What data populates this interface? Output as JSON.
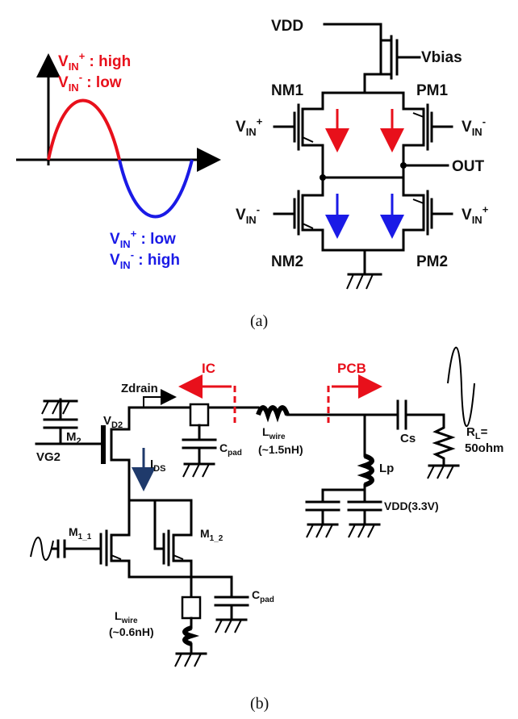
{
  "caption_a": "(a)",
  "caption_b": "(b)",
  "colors": {
    "red": "#e8101b",
    "blue": "#1a1ae6",
    "black": "#000000",
    "navy": "#1f3a6b"
  },
  "panel_a": {
    "legend_high": {
      "sym": "V",
      "sub": "IN",
      "sup": "+",
      "text": " : high"
    },
    "legend_low_top": {
      "sym": "V",
      "sub": "IN",
      "sup": "-",
      "text": " : low"
    },
    "legend_low": {
      "sym": "V",
      "sub": "IN",
      "sup": "+",
      "text": " : low"
    },
    "legend_high_bot": {
      "sym": "V",
      "sub": "IN",
      "sup": "-",
      "text": " : high"
    },
    "vdd": "VDD",
    "vbias": "Vbias",
    "nm1": "NM1",
    "pm1": "PM1",
    "nm2": "NM2",
    "pm2": "PM2",
    "out": "OUT",
    "vin_plus": {
      "sym": "V",
      "sub": "IN",
      "sup": "+"
    },
    "vin_minus": {
      "sym": "V",
      "sub": "IN",
      "sup": "-"
    }
  },
  "panel_b": {
    "zdrain": "Zdrain",
    "ic": "IC",
    "pcb": "PCB",
    "vd2": {
      "sym": "V",
      "sub": "D2"
    },
    "m2": {
      "sym": "M",
      "sub": "2"
    },
    "vg2": "VG2",
    "ids": {
      "sym": "I",
      "sub": "DS"
    },
    "cpad": {
      "sym": "C",
      "sub": "pad"
    },
    "lwire_top": {
      "sym": "L",
      "sub": "wire",
      "note": "(~1.5nH)"
    },
    "cs": "Cs",
    "rl": {
      "sym": "R",
      "sub": "L",
      "text": "=",
      "line2": "50ohm"
    },
    "lp": "Lp",
    "vdd": "VDD(3.3V)",
    "m11": {
      "sym": "M",
      "sub": "1_1"
    },
    "m12": {
      "sym": "M",
      "sub": "1_2"
    },
    "cpad2": {
      "sym": "C",
      "sub": "pad"
    },
    "lwire_bot": {
      "sym": "L",
      "sub": "wire",
      "note": "(~0.6nH)"
    }
  }
}
